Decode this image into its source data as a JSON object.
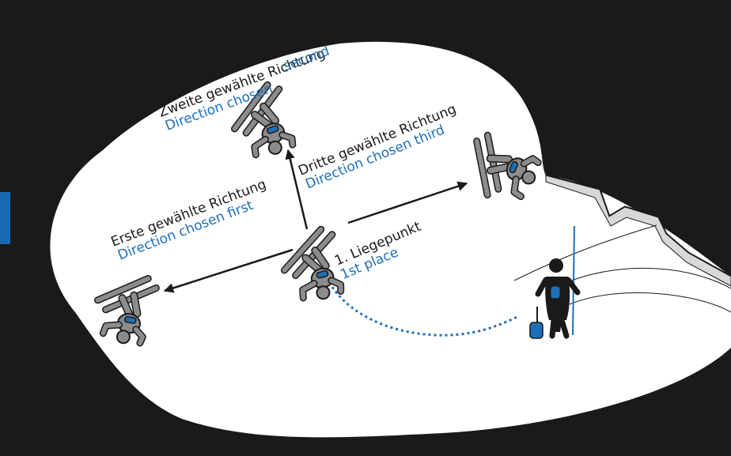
{
  "colors": {
    "background": "#1a1a1a",
    "snow": "#ffffff",
    "figure": "#8c8c8c",
    "figure_outline": "#1a1a1a",
    "accent_blue": "#1e6fb5",
    "side_tab": "#1769b0",
    "text_dark": "#1a1a1a"
  },
  "labels": {
    "first": {
      "de": "Erste gewählte Richtung",
      "en": "Direction chosen first"
    },
    "second": {
      "de": "Zweite gewählte Richtung",
      "en_line1": "second",
      "en_line2": "Direction chosen"
    },
    "third": {
      "de": "Dritte gewählte Richtung",
      "en": "Direction chosen third"
    },
    "start": {
      "de": "1. Liegepunkt",
      "en": "1st place"
    }
  },
  "icons": {
    "side_tab": "side-tab-marker",
    "figures": [
      "skier-lying-first",
      "skier-lying-second",
      "skier-lying-third",
      "skier-lying-start"
    ],
    "rescuer": "rescuer-with-probe-icon",
    "backpack": "backpack-icon"
  }
}
